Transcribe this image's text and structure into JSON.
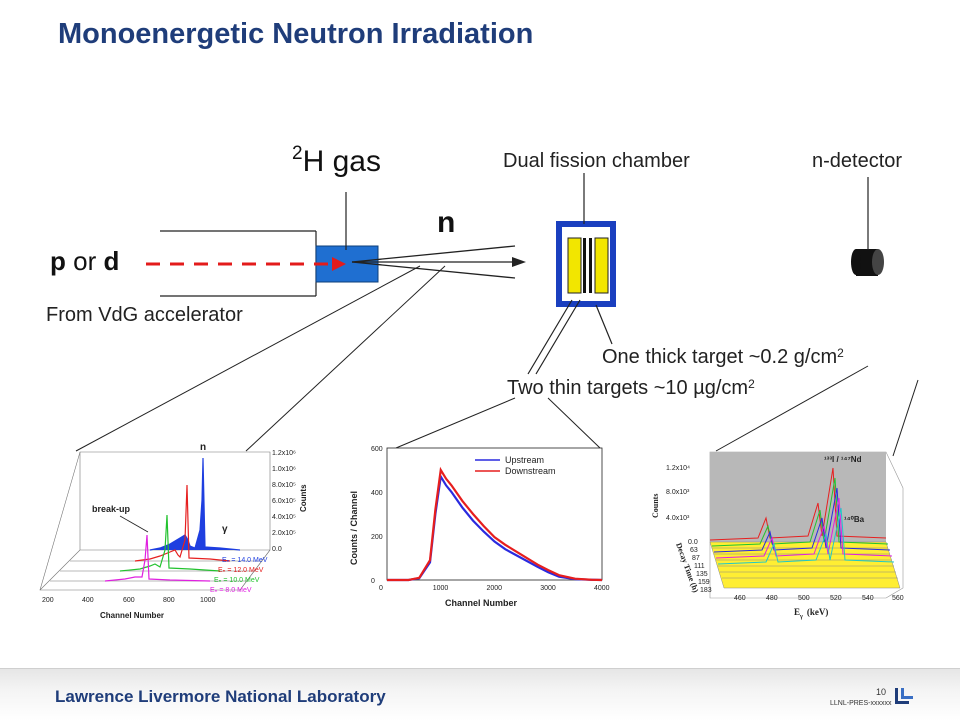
{
  "title": "Monoenergetic Neutron Irradiation",
  "labels": {
    "h_gas_sup": "2",
    "h_gas_text": "H gas",
    "neutron": "n",
    "beam_p": "p",
    "beam_or": " or ",
    "beam_d": "d",
    "from_vdg": "From VdG accelerator",
    "fission_chamber": "Dual fission chamber",
    "n_detector": "n-detector",
    "thick_target": "One thick target ~0.2 g/cm",
    "thick_target_sup": "2",
    "thin_targets": "Two thin targets ~10 µg/cm",
    "thin_targets_sup": "2"
  },
  "colors": {
    "title": "#1f3d7a",
    "beam_arrow": "#e31b1b",
    "gas_cell": "#1f6fd1",
    "chamber_frame": "#1a3fbf",
    "target": "#f2e600"
  },
  "spectrum_chart": {
    "x_label": "Channel Number",
    "y_label": "Counts",
    "x_ticks": [
      "200",
      "400",
      "600",
      "800",
      "1000"
    ],
    "z_ticks": [
      "1.2x10⁶",
      "1.0x10⁶",
      "8.0x10⁵",
      "6.0x10⁵",
      "4.0x10⁵",
      "2.0x10⁵",
      "0.0"
    ],
    "annotations": {
      "n": "n",
      "breakup": "break-up",
      "gamma": "γ"
    },
    "legend": [
      "Eₙ = 14.0 MeV",
      "Eₙ = 12.0 MeV",
      "Eₙ = 10.0 MeV",
      "Eₙ = 8.0 MeV"
    ]
  },
  "chart_data": {
    "type": "line",
    "xlabel": "Channel Number",
    "ylabel": "Counts / Channel",
    "xlim": [
      0,
      4000
    ],
    "ylim": [
      0,
      600
    ],
    "x_ticks": [
      "0",
      "1000",
      "2000",
      "3000",
      "4000"
    ],
    "y_ticks": [
      "0",
      "200",
      "400",
      "600"
    ],
    "legend_position": "top-right",
    "x": [
      0,
      400,
      600,
      800,
      900,
      1000,
      1100,
      1200,
      1400,
      1600,
      1800,
      2000,
      2200,
      2500,
      2800,
      3000,
      3200,
      3500,
      3800,
      4000
    ],
    "series": [
      {
        "name": "Upstream",
        "color": "#2a2adf",
        "values": [
          0,
          0,
          8,
          80,
          300,
          470,
          430,
          400,
          330,
          270,
          220,
          175,
          140,
          100,
          60,
          35,
          15,
          4,
          1,
          0
        ]
      },
      {
        "name": "Downstream",
        "color": "#e61e1e",
        "values": [
          0,
          0,
          10,
          90,
          320,
          500,
          460,
          430,
          360,
          300,
          245,
          195,
          160,
          115,
          70,
          45,
          22,
          6,
          1,
          0
        ]
      }
    ]
  },
  "gamma_chart": {
    "x_label_main": "E",
    "x_label_sub": "γ",
    "x_label_unit": "(keV)",
    "y_label": "Counts",
    "depth_label": "Decay Time (h)",
    "x_ticks": [
      "460",
      "480",
      "500",
      "520",
      "540",
      "560"
    ],
    "y_ticks": [
      "1.2x10⁴",
      "8.0x10³",
      "4.0x10³"
    ],
    "decay_ticks": [
      "0.0",
      "63",
      "87",
      "111",
      "135",
      "159",
      "183"
    ],
    "annotation_nd": "¹³³I / ¹⁴⁷Nd",
    "annotation_ba": "¹⁴⁰Ba"
  },
  "footer": {
    "lab": "Lawrence Livermore National Laboratory",
    "page": "10",
    "doc_id": "LLNL-PRES-xxxxxx"
  }
}
